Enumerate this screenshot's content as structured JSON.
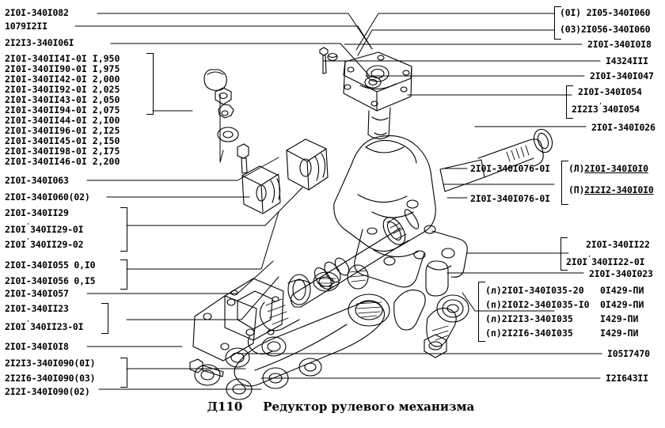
{
  "caption": {
    "code": "Д110",
    "title": "Редуктор рулевого механизма",
    "full": "Д110    Редуктор рулевого механизма"
  },
  "colors": {
    "ink": "#000000",
    "paper": "#ffffff"
  },
  "left_labels": [
    {
      "id": "l1",
      "text": "2I0I-340I082"
    },
    {
      "id": "l2",
      "text": "1079I2II"
    },
    {
      "id": "l3",
      "text": "2I2I3-340I06I"
    },
    {
      "id": "l4",
      "text": "2I0I-340I063"
    },
    {
      "id": "l5",
      "text": "2I0I-340I060(02)"
    },
    {
      "id": "l6",
      "text": "2I0I-340II29"
    },
    {
      "id": "l7",
      "text": "2I0I",
      "sup": "ʹ",
      "rest": "340II29-0I"
    },
    {
      "id": "l8",
      "text": "2I0I",
      "sup": "ʹ",
      "rest": "340II29-02"
    },
    {
      "id": "l9",
      "text": "2I0I-340I055 0,I0"
    },
    {
      "id": "l10",
      "text": "2I0I-340I056 0,I5"
    },
    {
      "id": "l11",
      "text": "2I0I-340I057"
    },
    {
      "id": "l12",
      "text": "2I0I-340II23"
    },
    {
      "id": "l13",
      "text": "2I0I",
      "sup": "ʹ",
      "rest": "340II23-0I"
    },
    {
      "id": "l14",
      "text": "2I0I-340I0I8"
    },
    {
      "id": "l15",
      "text": "2I2I3-340I090(0I)"
    },
    {
      "id": "l16",
      "text": "2I2I6-340I090(03)"
    },
    {
      "id": "l17",
      "text": "2I2I-340I090(02)"
    }
  ],
  "spec_table": {
    "rows": [
      {
        "part": "2I0I-340II4I-0I",
        "value": "I,950"
      },
      {
        "part": "2I0I-340II90-0I",
        "value": "I,975"
      },
      {
        "part": "2I0I-340II42-0I",
        "value": "2,000"
      },
      {
        "part": "2I0I-340II92-0I",
        "value": "2,025"
      },
      {
        "part": "2I0I-340II43-0I",
        "value": "2,050"
      },
      {
        "part": "2I0I-340II94-0I",
        "value": "2,075"
      },
      {
        "part": "2I0I-340II44-0I",
        "value": "2,I00"
      },
      {
        "part": "2I0I-340II96-0I",
        "value": "2,I25"
      },
      {
        "part": "2I0I-340II45-0I",
        "value": "2,I50"
      },
      {
        "part": "2I0I-340II98-0I",
        "value": "2,I75"
      },
      {
        "part": "2I0I-340II46-0I",
        "value": "2,200"
      }
    ]
  },
  "right_labels": [
    {
      "id": "r1",
      "text": "(0I) 2I05-340I060"
    },
    {
      "id": "r2",
      "text": "(03)2I056-340I060"
    },
    {
      "id": "r3",
      "text": "2I0I-340I0I8"
    },
    {
      "id": "r4",
      "text": "I4324III"
    },
    {
      "id": "r5",
      "text": "2I0I-340I047"
    },
    {
      "id": "r6",
      "text": "2I0I-340I054"
    },
    {
      "id": "r7",
      "pre": "2I2I3",
      "sup": "ʹ",
      "rest": "340I054"
    },
    {
      "id": "r8",
      "text": "2I0I-340I026"
    },
    {
      "id": "r9",
      "text": "2I0I-340I076-0I"
    },
    {
      "id": "r10",
      "text": "2I0I-340I076-0I"
    },
    {
      "id": "r11",
      "text": "2I0I-340II22"
    },
    {
      "id": "r12",
      "pre": "2I0I",
      "sup": "ʹ",
      "rest": "340II22-0I"
    },
    {
      "id": "r13",
      "text": "2I0I-340I023"
    },
    {
      "id": "r14",
      "text": "I05I7470"
    },
    {
      "id": "r15",
      "text": "I2I643II"
    }
  ],
  "right_underlined": [
    {
      "id": "ru1",
      "side": "(Л)",
      "part": "2I0I-340I0I0"
    },
    {
      "id": "ru2",
      "side": "(П)",
      "part": "2I2I2-340I0I0"
    }
  ],
  "variant_table": {
    "rows": [
      {
        "side": "(л)",
        "part": "2I0I-340I035-20",
        "code": "0I429-ПИ"
      },
      {
        "side": "(п)",
        "part": "2I0I2-340I035-I0",
        "code": "0I429-ПИ"
      },
      {
        "side": "(л)",
        "part": "2I2I3-340I035",
        "code": "I429-ПИ"
      },
      {
        "side": "(п)",
        "part": "2I2I6-340I035",
        "code": "I429-ПИ"
      }
    ]
  }
}
